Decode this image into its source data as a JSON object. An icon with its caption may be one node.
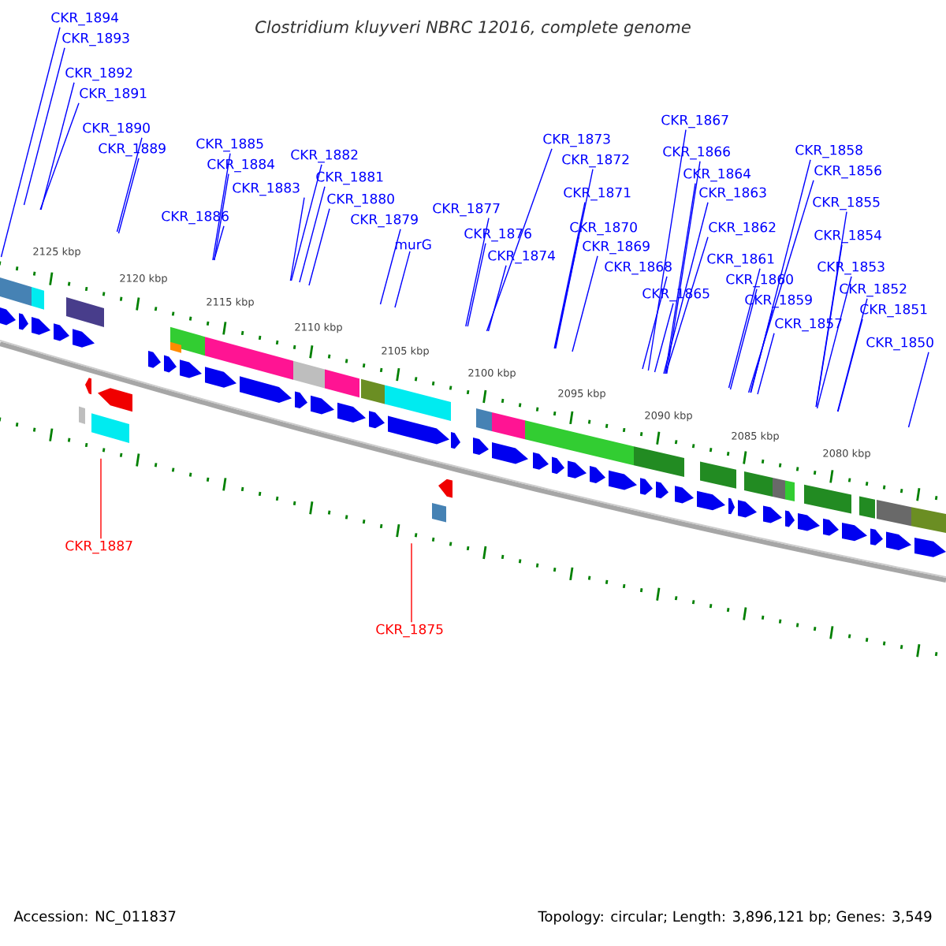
{
  "diagram": {
    "title": "Clostridium kluyveri NBRC 12016, complete genome",
    "nodes": [
      {
        "text": [
          "CKR_1894"
        ]
      },
      {
        "text": [
          "CKR_1893"
        ]
      },
      {
        "text": [
          "CKR_1892"
        ]
      },
      {
        "text": [
          "CKR_1891"
        ]
      },
      {
        "text": [
          "CKR_1890"
        ]
      },
      {
        "text": [
          "CKR_1889"
        ]
      },
      {
        "text": [
          "CKR_1885"
        ]
      },
      {
        "text": [
          "CKR_1884"
        ]
      },
      {
        "text": [
          "CKR_1883"
        ]
      },
      {
        "text": [
          "CKR_1886"
        ]
      },
      {
        "text": [
          "CKR_1882"
        ]
      },
      {
        "text": [
          "CKR_1881"
        ]
      },
      {
        "text": [
          "CKR_1880"
        ]
      },
      {
        "text": [
          "CKR_1879"
        ]
      },
      {
        "text": [
          "murG"
        ]
      },
      {
        "text": [
          "CKR_1877"
        ]
      },
      {
        "text": [
          "CKR_1876"
        ]
      },
      {
        "text": [
          "CKR_1874"
        ]
      },
      {
        "text": [
          "CKR_1873"
        ]
      },
      {
        "text": [
          "CKR_1872"
        ]
      },
      {
        "text": [
          "CKR_1871"
        ]
      },
      {
        "text": [
          "CKR_1870"
        ]
      },
      {
        "text": [
          "CKR_1869"
        ]
      },
      {
        "text": [
          "CKR_1868"
        ]
      },
      {
        "text": [
          "CKR_1865"
        ]
      },
      {
        "text": [
          "CKR_1867"
        ]
      },
      {
        "text": [
          "CKR_1866"
        ]
      },
      {
        "text": [
          "CKR_1864"
        ]
      },
      {
        "text": [
          "CKR_1863"
        ]
      },
      {
        "text": [
          "CKR_1862"
        ]
      },
      {
        "text": [
          "CKR_1861"
        ]
      },
      {
        "text": [
          "CKR_1860"
        ]
      },
      {
        "text": [
          "CKR_1859"
        ]
      },
      {
        "text": [
          "CKR_1857"
        ]
      },
      {
        "text": [
          "CKR_1858"
        ]
      },
      {
        "text": [
          "CKR_1856"
        ]
      },
      {
        "text": [
          "CKR_1855"
        ]
      },
      {
        "text": [
          "CKR_1854"
        ]
      },
      {
        "text": [
          "CKR_1853"
        ]
      },
      {
        "text": [
          "CKR_1852"
        ]
      },
      {
        "text": [
          "CKR_1851"
        ]
      },
      {
        "text": [
          "CKR_1850"
        ]
      },
      {
        "text": [
          "CKR_1887"
        ]
      },
      {
        "text": [
          "CKR_1875"
        ]
      }
    ],
    "edges": [
      {
        "from": 0,
        "to": null,
        "arrow": "none"
      },
      {
        "from": 1,
        "to": null,
        "arrow": "none"
      },
      {
        "from": 2,
        "to": null,
        "arrow": "none"
      },
      {
        "from": 3,
        "to": null,
        "arrow": "none"
      },
      {
        "from": 4,
        "to": null,
        "arrow": "none"
      },
      {
        "from": 5,
        "to": null,
        "arrow": "none"
      },
      {
        "from": 6,
        "to": null,
        "arrow": "none"
      },
      {
        "from": 7,
        "to": null,
        "arrow": "none"
      },
      {
        "from": 8,
        "to": null,
        "arrow": "none"
      },
      {
        "from": 9,
        "to": null,
        "arrow": "none"
      },
      {
        "from": 10,
        "to": null,
        "arrow": "none"
      },
      {
        "from": 11,
        "to": null,
        "arrow": "none"
      },
      {
        "from": 12,
        "to": null,
        "arrow": "none"
      },
      {
        "from": 13,
        "to": null,
        "arrow": "none"
      },
      {
        "from": 14,
        "to": null,
        "arrow": "none"
      },
      {
        "from": 15,
        "to": null,
        "arrow": "none"
      },
      {
        "from": 16,
        "to": null,
        "arrow": "none"
      },
      {
        "from": 17,
        "to": null,
        "arrow": "none"
      },
      {
        "from": 18,
        "to": null,
        "arrow": "none"
      },
      {
        "from": 19,
        "to": null,
        "arrow": "none"
      },
      {
        "from": 20,
        "to": null,
        "arrow": "none"
      },
      {
        "from": 21,
        "to": null,
        "arrow": "none"
      },
      {
        "from": 22,
        "to": null,
        "arrow": "none"
      },
      {
        "from": 23,
        "to": null,
        "arrow": "none"
      },
      {
        "from": 24,
        "to": null,
        "arrow": "none"
      },
      {
        "from": 25,
        "to": null,
        "arrow": "none"
      },
      {
        "from": 26,
        "to": null,
        "arrow": "none"
      },
      {
        "from": 27,
        "to": null,
        "arrow": "none"
      },
      {
        "from": 28,
        "to": null,
        "arrow": "none"
      },
      {
        "from": 29,
        "to": null,
        "arrow": "none"
      },
      {
        "from": 30,
        "to": null,
        "arrow": "none"
      },
      {
        "from": 31,
        "to": null,
        "arrow": "none"
      },
      {
        "from": 32,
        "to": null,
        "arrow": "none"
      },
      {
        "from": 33,
        "to": null,
        "arrow": "none"
      },
      {
        "from": 34,
        "to": null,
        "arrow": "none"
      },
      {
        "from": 35,
        "to": null,
        "arrow": "none"
      },
      {
        "from": 36,
        "to": null,
        "arrow": "none"
      },
      {
        "from": 37,
        "to": null,
        "arrow": "none"
      },
      {
        "from": 38,
        "to": null,
        "arrow": "none"
      },
      {
        "from": 39,
        "to": null,
        "arrow": "none"
      },
      {
        "from": 40,
        "to": null,
        "arrow": "none"
      },
      {
        "from": 41,
        "to": null,
        "arrow": "none"
      },
      {
        "from": 42,
        "to": null,
        "arrow": "none",
        "color": "#ff0000"
      },
      {
        "from": 43,
        "to": null,
        "arrow": "none",
        "color": "#ff0000"
      }
    ],
    "labels": [
      "2125 kbp",
      "2120 kbp",
      "2115 kbp",
      "2110 kbp",
      "2105 kbp",
      "2100 kbp",
      "2095 kbp",
      "2090 kbp",
      "2085 kbp",
      "2080 kbp",
      "Accession: NC_011837",
      "Topology: circular; Length: 3,896,121 bp; Genes: 3,549"
    ]
  }
}
